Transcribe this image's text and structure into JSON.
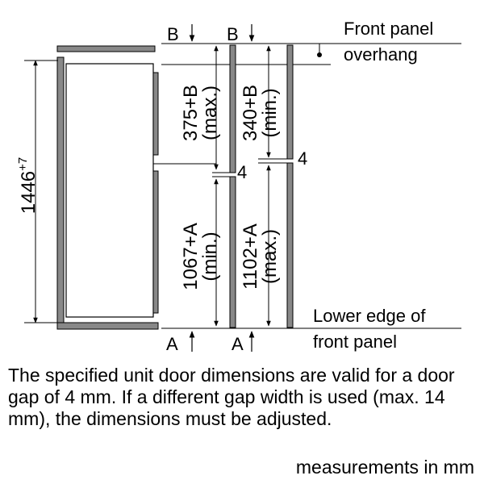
{
  "labels": {
    "front_panel_overhang_line1": "Front panel",
    "front_panel_overhang_line2": "overhang",
    "lower_edge_line1": "Lower edge of",
    "lower_edge_line2": "front panel",
    "mark_b": "B",
    "mark_a": "A",
    "gap": "4"
  },
  "dimensions": {
    "total_height_base": "1446",
    "total_height_tolerance": "+7",
    "upper_max": "375+B",
    "upper_max_note": "(max.)",
    "upper_min": "340+B",
    "upper_min_note": "(min.)",
    "lower_min": "1067+A",
    "lower_min_note": "(min.)",
    "lower_max": "1102+A",
    "lower_max_note": "(max.)"
  },
  "note": "The specified unit door dimensions are valid for a door gap of 4 mm. If a different gap width is used (max. 14 mm), the dimensions must be adjusted.",
  "units_note": "measurements in mm"
}
